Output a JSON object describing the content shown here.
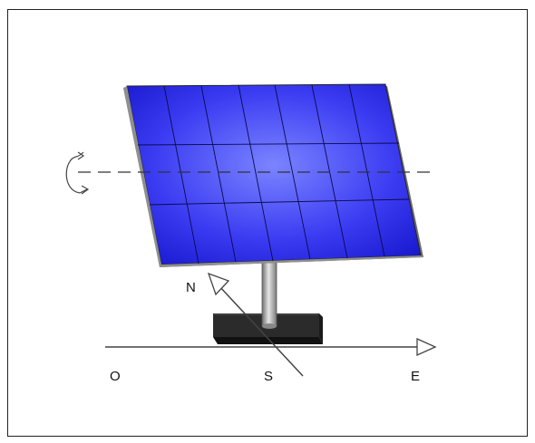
{
  "diagram": {
    "labels": {
      "north": "N",
      "south": "S",
      "west": "O",
      "east": "E"
    },
    "colors": {
      "panel_light": "#6d78ff",
      "panel_dark": "#1a1ad8",
      "panel_edge": "#7a7a7a",
      "grid_line": "#0a0a5a",
      "pole": "#9a9a9a",
      "base_top": "#2b2b2b",
      "base_side": "#111111",
      "line": "#444444"
    }
  }
}
